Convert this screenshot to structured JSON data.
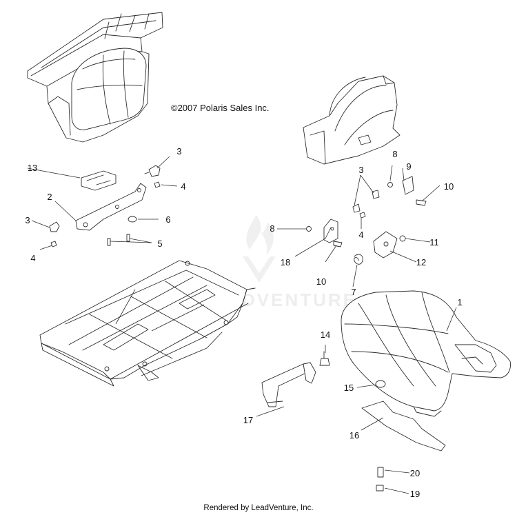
{
  "copyright": "©2007 Polaris Sales Inc.",
  "footer": "Rendered by LeadVenture, Inc.",
  "watermark": "LEADVENTURE",
  "callouts": {
    "c1": "1",
    "c2": "2",
    "c3a": "3",
    "c3b": "3",
    "c3c": "3",
    "c4a": "4",
    "c4b": "4",
    "c4c": "4",
    "c5": "5",
    "c6": "6",
    "c7": "7",
    "c8a": "8",
    "c8b": "8",
    "c9": "9",
    "c10a": "10",
    "c10b": "10",
    "c11": "11",
    "c12": "12",
    "c13": "13",
    "c14": "14",
    "c15": "15",
    "c16": "16",
    "c17": "17",
    "c18": "18",
    "c19": "19",
    "c20": "20"
  }
}
